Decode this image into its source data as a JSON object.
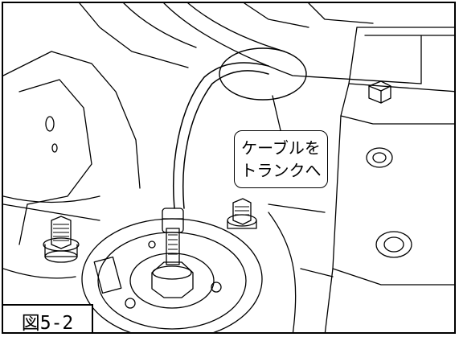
{
  "callout": {
    "line1": "ケーブルを",
    "line2": "トランクへ"
  },
  "figure_label": "図5-2",
  "colors": {
    "line": "#000000",
    "background": "#ffffff",
    "shade": "#f3f3f3"
  }
}
